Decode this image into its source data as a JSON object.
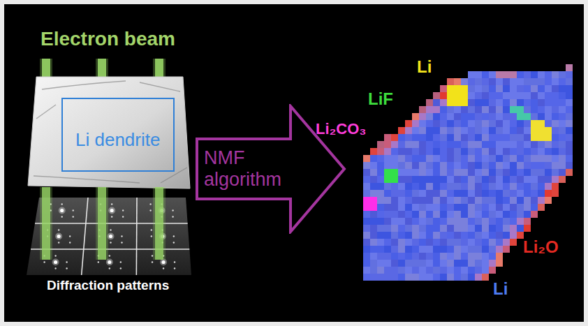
{
  "diagram": {
    "nodes": [
      {
        "text": [
          "Li dendrite"
        ]
      },
      {
        "text": [
          "NMF algorithm"
        ]
      }
    ],
    "labels": [
      "Electron beam",
      "Diffraction patterns",
      "Li",
      "LiF",
      "Li₂CO₃",
      "Li₂O",
      "Li"
    ]
  }
}
